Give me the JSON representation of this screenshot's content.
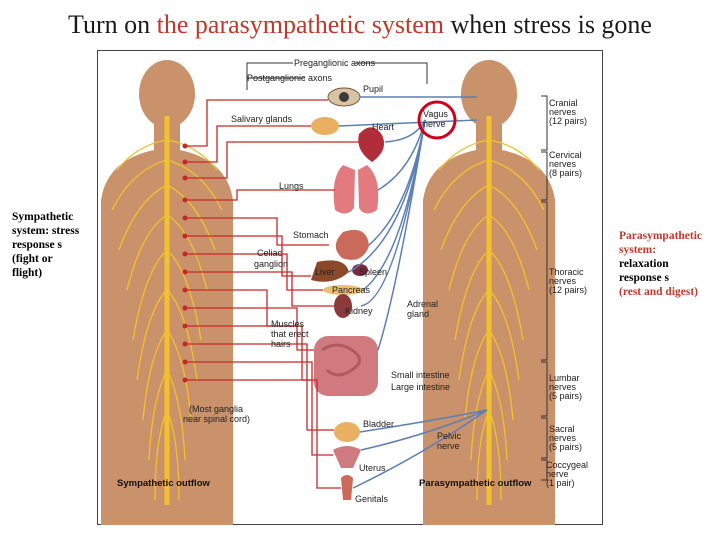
{
  "title": {
    "part1": "Turn on ",
    "highlight": "the parasympathetic system",
    "part2": " when stress is gone"
  },
  "left_note": {
    "line1": "Sympathetic",
    "line2": "system: stress",
    "line3": "response s",
    "line4": "(fight or",
    "line5": "flight)"
  },
  "right_note": {
    "line1": "Parasympathetic",
    "line2": "system:",
    "line3": "relaxation",
    "line4": "response s",
    "line5": "(rest and digest)"
  },
  "labels": {
    "preganglionic": "Preganglionic axons",
    "postganglionic": "Postganglionic axons",
    "pupil": "Pupil",
    "salivary": "Salivary glands",
    "heart": "Heart",
    "vagus1": "Vagus",
    "vagus2": "nerve",
    "lungs": "Lungs",
    "stomach": "Stomach",
    "celiac1": "Celiac",
    "celiac2": "ganglion",
    "liver": "Liver",
    "spleen": "Spleen",
    "pancreas": "Pancreas",
    "adrenal1": "Adrenal",
    "adrenal2": "gland",
    "kidney": "Kidney",
    "muscles1": "Muscles",
    "muscles2": "that erect",
    "muscles3": "hairs",
    "small_int": "Small intestine",
    "large_int": "Large intestine",
    "ganglia1": "(Most ganglia",
    "ganglia2": "near spinal cord)",
    "bladder": "Bladder",
    "pelvic1": "Pelvic",
    "pelvic2": "nerve",
    "uterus": "Uterus",
    "genitals": "Genitals",
    "symp_out": "Sympathetic outflow",
    "para_out": "Parasympathetic outflow",
    "cranial1": "Cranial",
    "cranial2": "nerves",
    "cranial3": "(12 pairs)",
    "cervical1": "Cervical",
    "cervical2": "nerves",
    "cervical3": "(8 pairs)",
    "thoracic1": "Thoracic",
    "thoracic2": "nerves",
    "thoracic3": "(12 pairs)",
    "lumbar1": "Lumbar",
    "lumbar2": "nerves",
    "lumbar3": "(5 pairs)",
    "sacral1": "Sacral",
    "sacral2": "nerves",
    "sacral3": "(5 pairs)",
    "coccygeal1": "Coccygeal",
    "coccygeal2": "nerve",
    "coccygeal3": "(1 pair)"
  },
  "colors": {
    "title_accent": "#c0392b",
    "sympathetic": "#c62828",
    "parasympathetic": "#5b7fb5",
    "body": "#c9926a",
    "nerves": "#f2c12e",
    "highlight_circle": "#d0021b"
  }
}
